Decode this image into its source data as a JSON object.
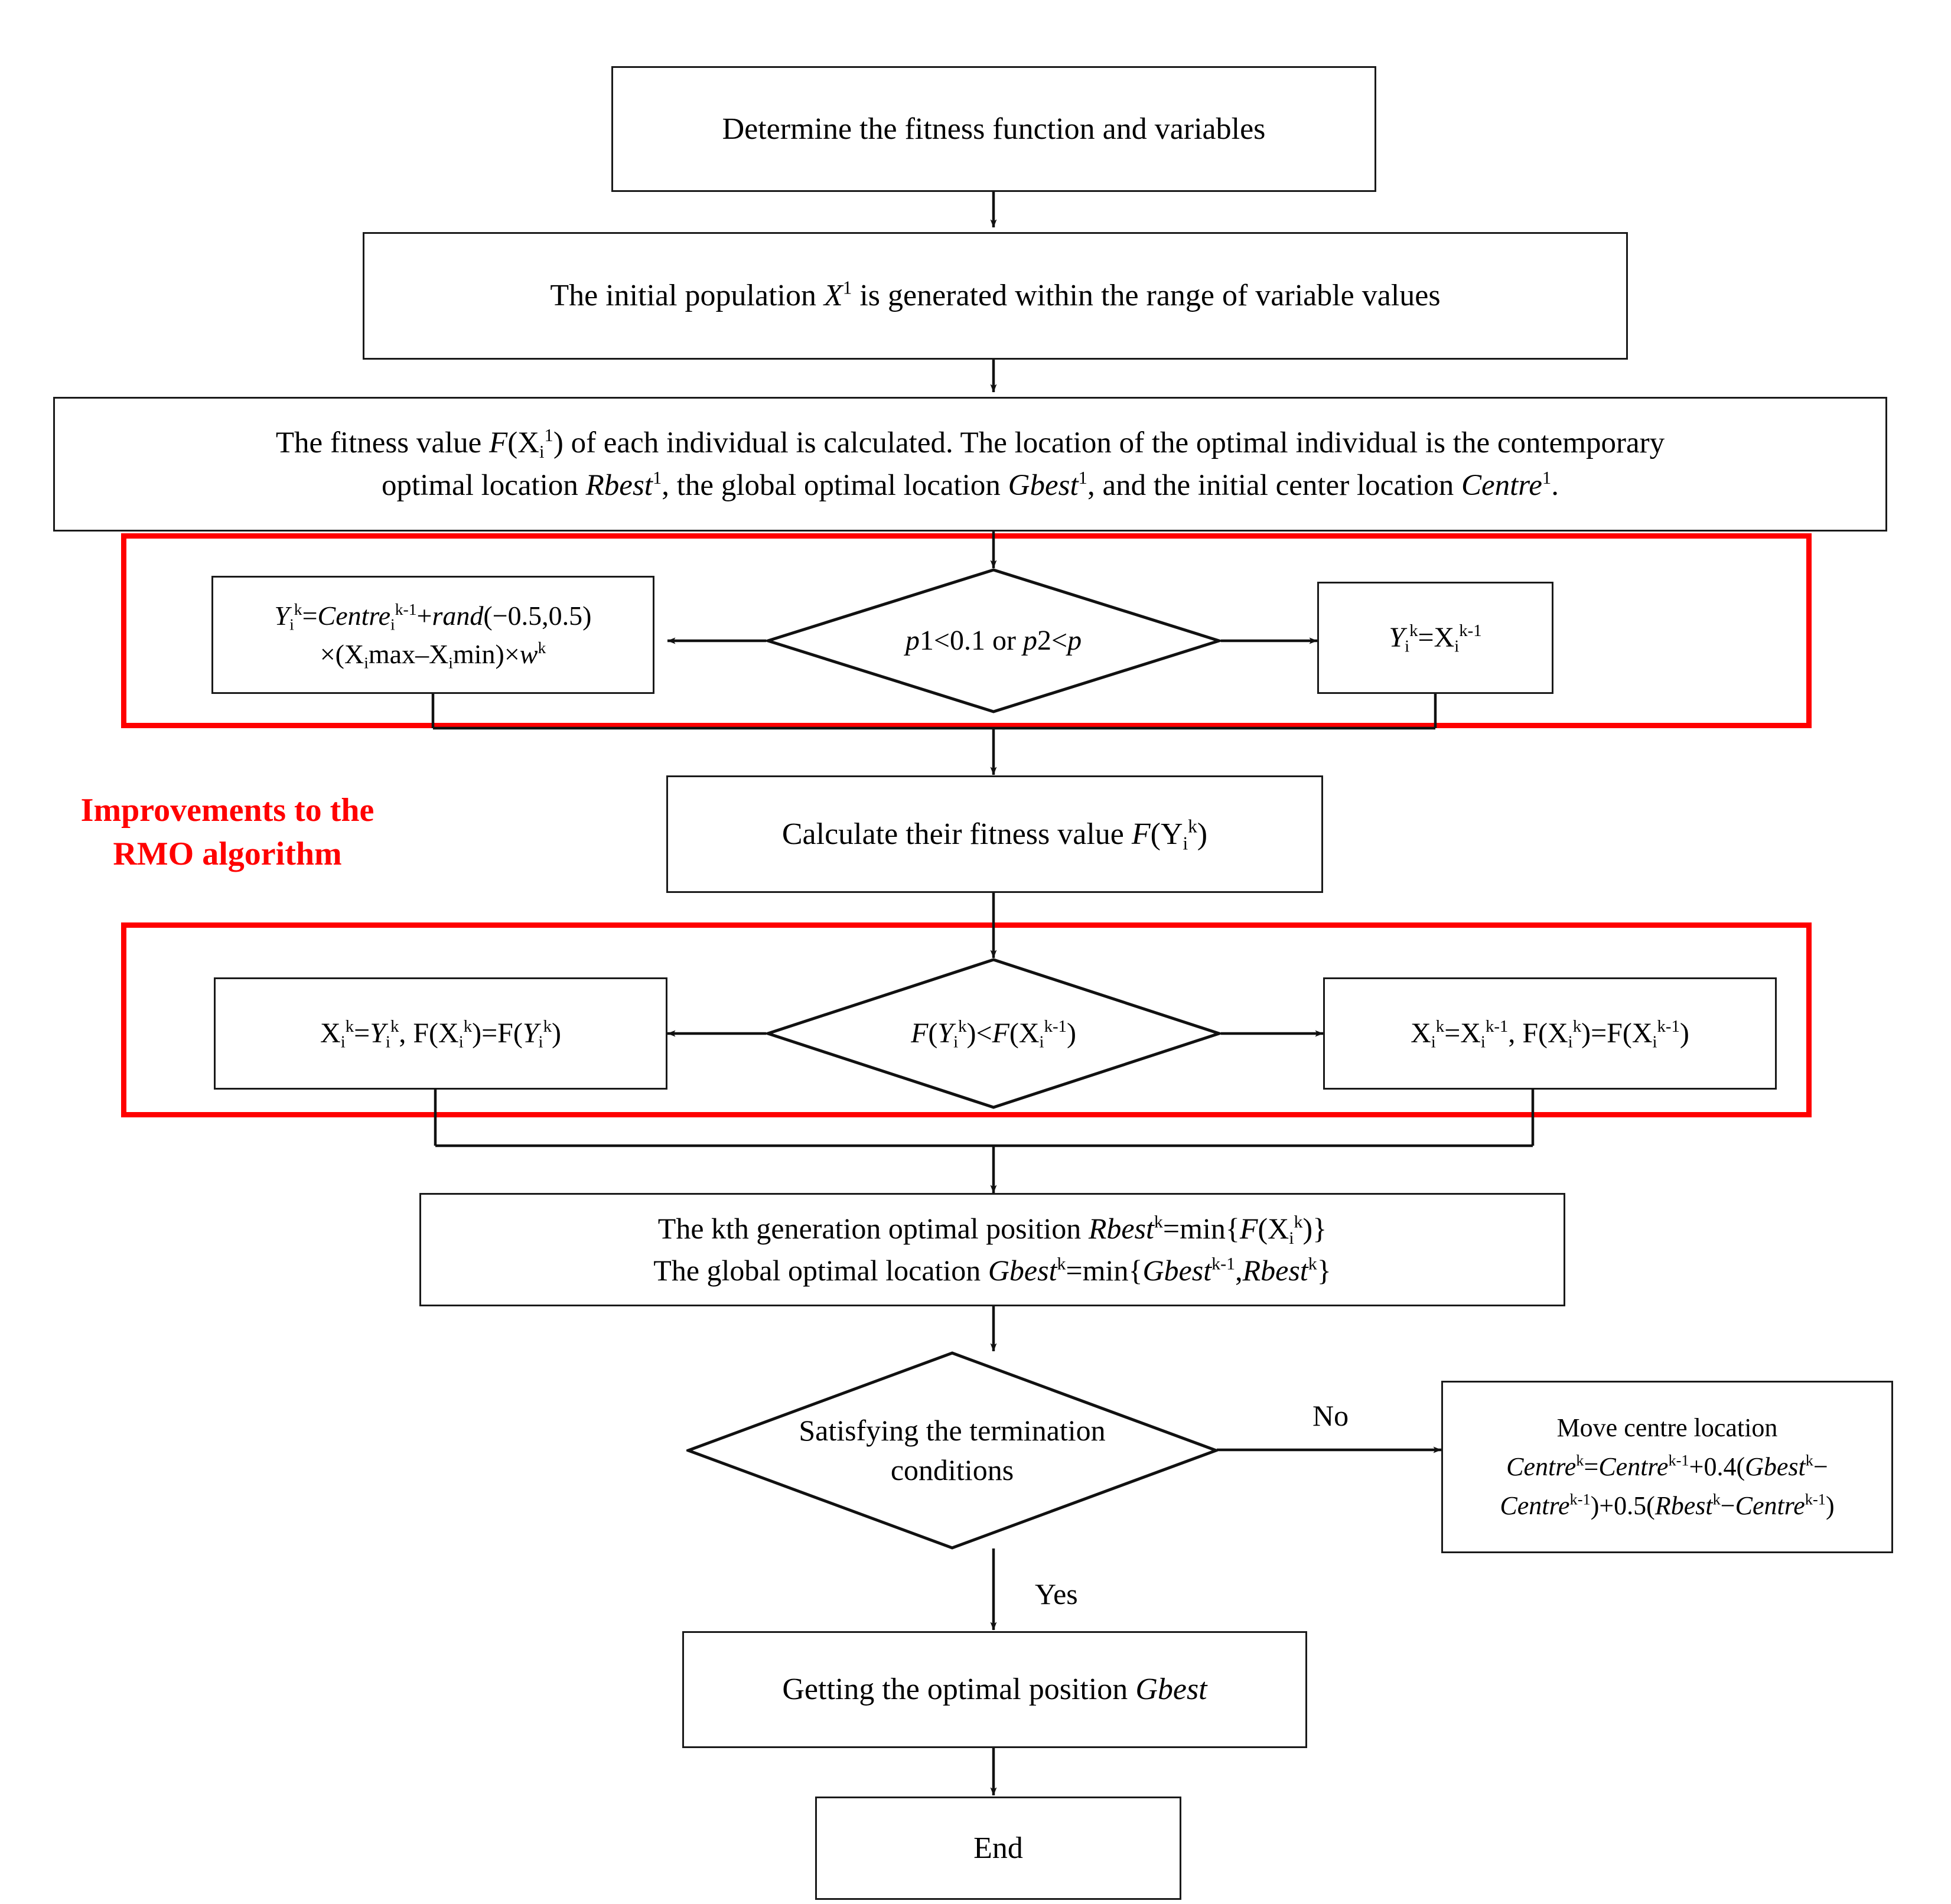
{
  "diagram": {
    "title": "Improved RMO algorithm flowchart",
    "accent_red": "#ff0000",
    "line_color": "#1a1a1a",
    "annotation": {
      "line1": "Improvements to the",
      "line2": "RMO algorithm"
    },
    "edge_labels": {
      "no": "No",
      "yes": "Yes"
    },
    "nodes": {
      "start_box": {
        "type": "process",
        "text": "Determine the fitness function and variables"
      },
      "init_population": {
        "type": "process",
        "text_a": "The initial population ",
        "var_x": "X",
        "var_x_sup": "1",
        "text_b": " is generated within the range of variable values"
      },
      "fitness_init": {
        "type": "process",
        "l1_a": "The fitness value ",
        "l1_F": "F",
        "l1_paren_open": "(X",
        "l1_sub": "i",
        "l1_sup": "1",
        "l1_paren_close": ")",
        "l1_b": " of each individual is calculated. The location of the optimal individual is the contemporary",
        "l2_a": "optimal location ",
        "l2_rbest": "Rbest",
        "l2_rbest_sup": "1",
        "l2_b": ", the global optimal location ",
        "l2_gbest": "Gbest",
        "l2_gbest_sup": "1",
        "l2_c": ", and the initial center location ",
        "l2_centre": "Centre",
        "l2_centre_sup": "1",
        "l2_d": "."
      },
      "decision_prob": {
        "type": "decision",
        "text": "p1<0.1 or p2<p",
        "p1": "p",
        "rest1": "1<0.1 or ",
        "p2": "p",
        "rest2": "2<",
        "p3": "p"
      },
      "update_centre": {
        "type": "process",
        "l1": "Y i k = Centre i k-1 + rand(-0.5,0.5)",
        "l2": "x (X imax - X imin) x w k"
      },
      "keep_prev": {
        "type": "process",
        "text": "Y i k = X i k-1"
      },
      "calc_fitness_y": {
        "type": "process",
        "text_a": "Calculate their fitness value ",
        "text_F": "F",
        "text_b": "(Y",
        "sub": "i",
        "sup": "k",
        "text_c": ")"
      },
      "decision_compare": {
        "type": "decision",
        "text": "F(Y i k) < F(X i k-1)"
      },
      "accept_y": {
        "type": "process",
        "text": "X i k = Y i k , F(X i k) = F(Y i k)"
      },
      "keep_x": {
        "type": "process",
        "text": "X i k = X i k-1 , F(X i k) = F(X i k-1)"
      },
      "update_best": {
        "type": "process",
        "l1_a": "The kth generation optimal position ",
        "l1_rbest": "Rbest",
        "l1_sup": "k",
        "l1_b": "=min{",
        "l1_F": "F",
        "l1_c": "(X",
        "l1_sub": "i",
        "l1_sup2": "k",
        "l1_d": ")}",
        "l2_a": "The global optimal location ",
        "l2_gbest": "Gbest",
        "l2_sup": "k",
        "l2_b": "=min{",
        "l2_gbest2": "Gbest",
        "l2_sup2": "k-1",
        "l2_c": ",",
        "l2_rbest": "Rbest",
        "l2_sup3": "k",
        "l2_d": "}"
      },
      "decision_terminate": {
        "type": "decision",
        "line1": "Satisfying the termination",
        "line2": "conditions"
      },
      "move_centre": {
        "type": "process",
        "title": "Move centre location",
        "l1_centre": "Centre",
        "l1_sup": "k",
        "l1_eq": "=",
        "l1_centre2": "Centre",
        "l1_sup2": "k-1",
        "l1_plus": "+0.4(",
        "l1_gbest": "Gbest",
        "l1_sup3": "k",
        "l1_minus": "−",
        "l2_centre": "Centre",
        "l2_sup": "k-1",
        "l2_a": ")+0.5(",
        "l2_rbest": "Rbest",
        "l2_sup2": "k",
        "l2_minus": "−",
        "l2_centre2": "Centre",
        "l2_sup3": "k-1",
        "l2_b": ")"
      },
      "get_gbest": {
        "type": "process",
        "text_a": "Getting the optimal position ",
        "text_gbest": "Gbest"
      },
      "end_box": {
        "type": "terminator",
        "text": "End"
      }
    }
  }
}
